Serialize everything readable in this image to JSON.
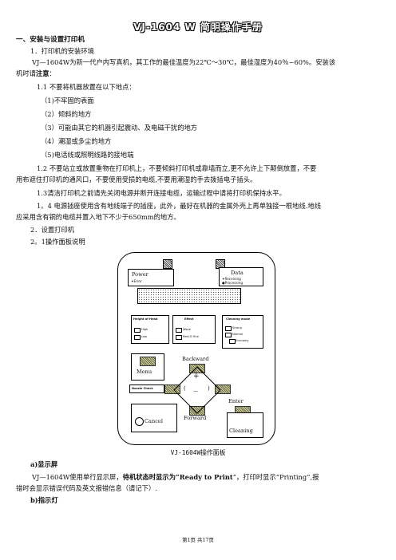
{
  "doc_title": "VJ-1604 W 简明操作手册",
  "sec1": "一、安装与设置打印机",
  "s1_1": "1．打印机的安装环境",
  "p1a": "VJ—1604W为新一代户内写真机，其工作的最佳温度为22℃～30℃，最佳湿度为40％~60%。安装该",
  "p1b_pre": "机时请",
  "p1b_bold": "注意",
  "p1b_post": "：",
  "s1_1_1": "1.1 不要将机器放置在以下地点：",
  "list": [
    "（1)不牢固的表面",
    "（2）倾斜的地方",
    "（3）可能由其它的机器引起震动、及电磁干扰的地方",
    "（4）潮湿或多尘的地方",
    "（5)电话线或照明线路的接地端"
  ],
  "p12a": "1.2 不要站立或放置重物在打印机上，不要倾斜打印机或靠墙而立,更不允许上下颠倒放置，不要",
  "p12b": "用布遮住打印机的通风口，不要使用受损的电缆,不要用潮湿的手去拨插电子插头。",
  "p13": "1.3清洁打印机之前请先关闭电源并断开连接电缆，运输过程中请将打印机保持水平。",
  "p14a": "1。4 电源插座使用含有地线端子的插座，此外，最好在机器的金属外壳上再单独接一根地线.地线",
  "p14b": "应采用含有铜的电缆并置入地下不少于650mm的地方。",
  "s2": "2．设置打印机",
  "s2_1": "2。1操作面板说明",
  "panel": {
    "power": "Power",
    "error": "✦Error",
    "data": "Data",
    "receiving": "✦Receiving",
    "processing": "●Processing",
    "height_head": "Height of Head",
    "high": "High",
    "low": "Low",
    "effect": "Effect",
    "wave": "Wave",
    "reel": "Reel-5 Fine",
    "cleaning_mode": "Cleaning mode",
    "strong": "Strong",
    "normal": "Normal",
    "economy": "Economy",
    "menu": "Menu",
    "nozzle": "Nozzle Check",
    "backward": "Backward",
    "plus": "+",
    "left_paren": "(",
    "right_paren": ")",
    "minus": "—",
    "forward": "Forward",
    "enter": "Enter",
    "cancel": "Cancel",
    "cleaning": "Cleaning"
  },
  "caption": "VJ-1604W操作面板",
  "sa": "a)显示屏",
  "pa1_pre": "VJ—1604W使用单行显示屏，",
  "pa1_bold": "待机状态时显示为“Ready to Print",
  "pa1_post": "”，打印时显示“Printing”,报",
  "pa2": "错时会显示错误代码及英文报错信息（请记下）.",
  "sb": "b)指示灯",
  "footer": "第1页 共17页"
}
